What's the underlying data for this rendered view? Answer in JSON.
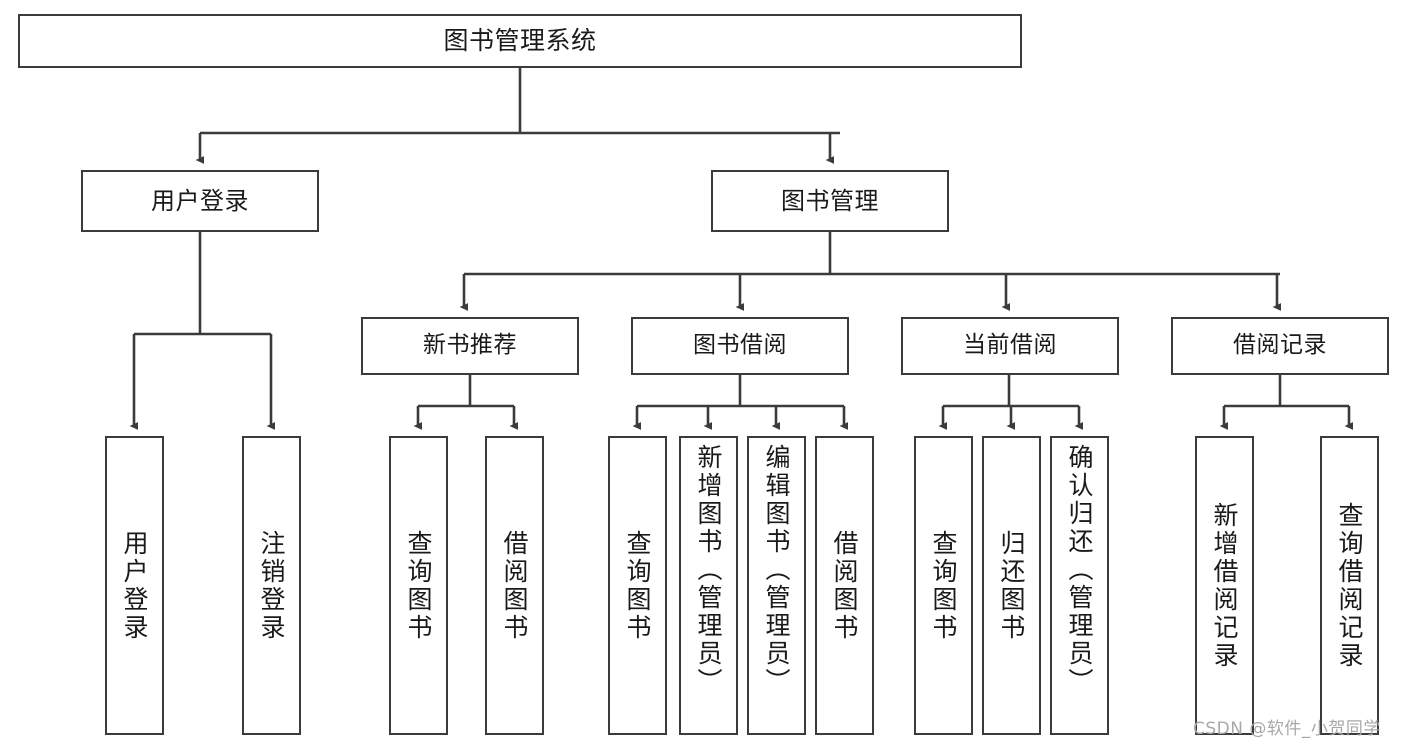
{
  "diagram": {
    "title": "图书管理系统",
    "type": "hierarchy-tree",
    "levels": 4,
    "root": {
      "label": "图书管理系统"
    },
    "level2": [
      {
        "label": "用户登录"
      },
      {
        "label": "图书管理"
      }
    ],
    "level3": [
      {
        "label": "新书推荐"
      },
      {
        "label": "图书借阅"
      },
      {
        "label": "当前借阅"
      },
      {
        "label": "借阅记录"
      }
    ],
    "leaves": {
      "user_login": [
        {
          "label": "用户登录"
        },
        {
          "label": "注销登录"
        }
      ],
      "new_book_rec": [
        {
          "label": "查询图书"
        },
        {
          "label": "借阅图书"
        }
      ],
      "book_borrow": [
        {
          "label": "查询图书"
        },
        {
          "label": "新增图书（管理员）"
        },
        {
          "label": "编辑图书（管理员）"
        },
        {
          "label": "借阅图书"
        }
      ],
      "current_borrow": [
        {
          "label": "查询图书"
        },
        {
          "label": "归还图书"
        },
        {
          "label": "确认归还（管理员）"
        }
      ],
      "borrow_record": [
        {
          "label": "新增借阅记录"
        },
        {
          "label": "查询借阅记录"
        }
      ]
    }
  },
  "watermark": {
    "text": "CSDN @软件_小贺同学"
  },
  "colors": {
    "stroke": "#3b3b3b",
    "background": "#ffffff",
    "text": "#1a1a1a",
    "watermark": "#a8a8a8"
  }
}
